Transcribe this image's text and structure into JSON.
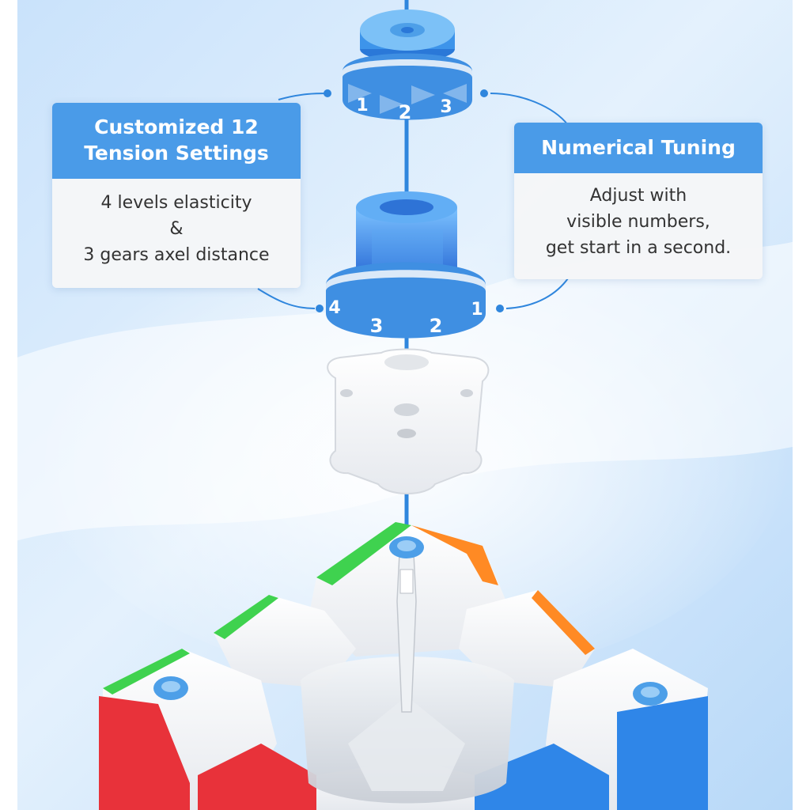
{
  "left_card": {
    "title_line1": "Customized 12",
    "title_line2": "Tension Settings",
    "body_line1": "4 levels elasticity",
    "body_line2": "&",
    "body_line3": "3 gears axel distance"
  },
  "right_card": {
    "title": "Numerical Tuning",
    "body_line1": "Adjust with",
    "body_line2": "visible numbers,",
    "body_line3": "get start in a second."
  },
  "upper_ring": {
    "digits": [
      "1",
      "2",
      "3"
    ]
  },
  "lower_ring": {
    "digits": [
      "4",
      "3",
      "2",
      "1"
    ]
  },
  "colors": {
    "accent_blue": "#4a9be8",
    "callout_line": "#2f86dd",
    "cube_red": "#e8323a",
    "cube_green": "#3fd24f",
    "cube_orange": "#ff8a24",
    "cube_blue": "#2f86e8"
  }
}
